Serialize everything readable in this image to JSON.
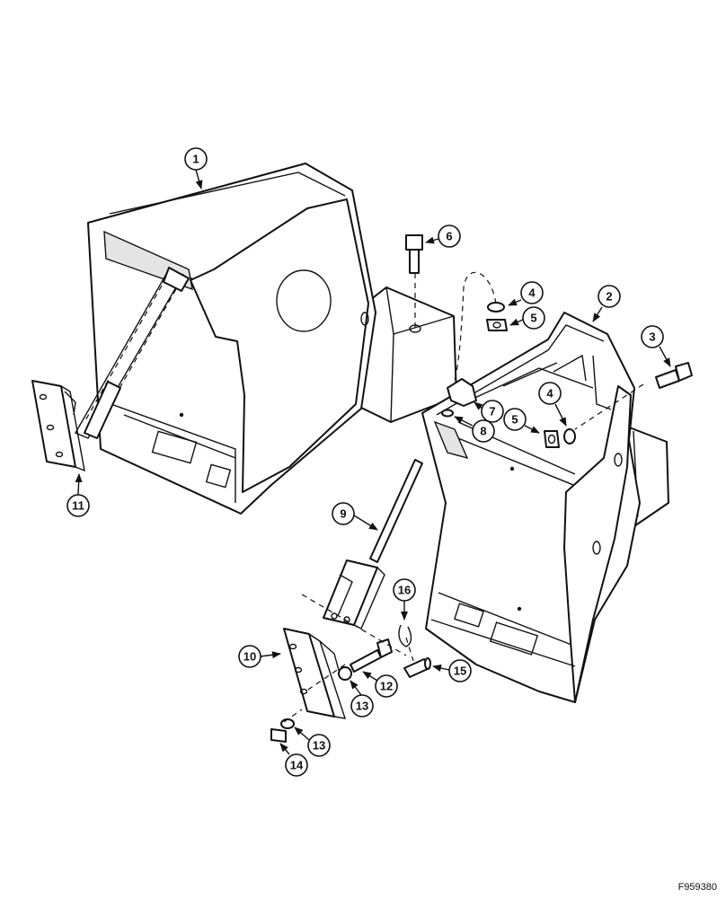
{
  "figure_id": "F959380",
  "callouts": [
    "1",
    "2",
    "3",
    "4",
    "4",
    "5",
    "5",
    "6",
    "7",
    "8",
    "9",
    "10",
    "11",
    "12",
    "13",
    "13",
    "14",
    "15",
    "16"
  ]
}
